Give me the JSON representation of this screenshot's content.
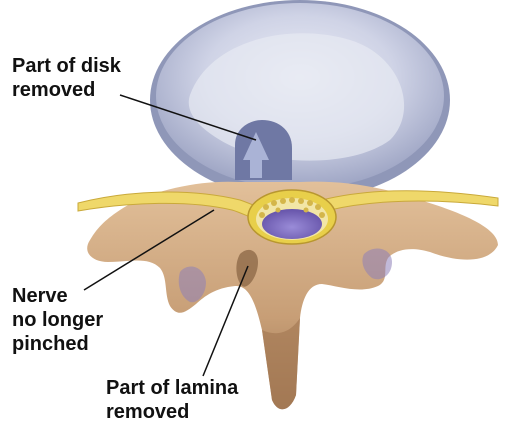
{
  "labels": {
    "disk": {
      "line1": "Part of disk",
      "line2": "removed"
    },
    "nerve": {
      "line1": "Nerve",
      "line2": "no longer",
      "line3": "pinched"
    },
    "lamina": {
      "line1": "Part of lamina",
      "line2": "removed"
    }
  },
  "colors": {
    "disk_outer": "#a9b0cc",
    "disk_inner": "#dfe2ee",
    "bone": "#c9a27c",
    "bone_shadow": "#8f6a48",
    "nerve": "#e8cf4a",
    "spinal_cord_fill": "#8878c4",
    "leader_line": "#111111"
  }
}
